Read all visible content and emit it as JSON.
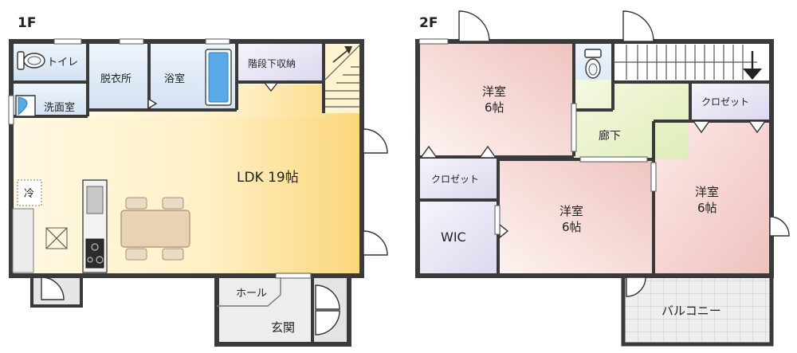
{
  "floors": {
    "first": {
      "label": "1F",
      "rooms": {
        "toilet": "トイレ",
        "dressing": "脱衣所",
        "bath": "浴室",
        "under_stairs_storage": "階段下収納",
        "washroom": "洗面室",
        "ldk": "LDK 19帖",
        "fridge": "冷",
        "hall": "ホール",
        "entrance": "玄関"
      }
    },
    "second": {
      "label": "2F",
      "rooms": {
        "western_a_name": "洋室",
        "western_a_size": "6帖",
        "western_b_name": "洋室",
        "western_b_size": "6帖",
        "western_c_name": "洋室",
        "western_c_size": "6帖",
        "closet_left": "クロゼット",
        "closet_right": "クロゼット",
        "corridor": "廊下",
        "wic": "WIC",
        "balcony": "バルコニー"
      }
    }
  },
  "colors": {
    "ldk_light": "#fff6dc",
    "ldk_dark": "#fbd77a",
    "water_area": "#dbe8f6",
    "storage": "#e9e5f4",
    "western_room": "#f0c8c4",
    "corridor": "#eaf3c9",
    "wic": "#e4e0f2",
    "entrance": "#ebebeb",
    "walls": "#3a3a3a"
  }
}
